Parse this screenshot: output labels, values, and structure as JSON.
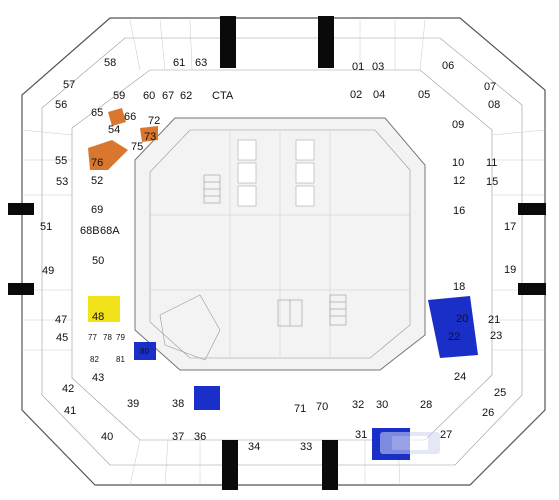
{
  "plan": {
    "rooms": [
      {
        "id": "r58",
        "label": "58"
      },
      {
        "id": "r61",
        "label": "61"
      },
      {
        "id": "r63",
        "label": "63"
      },
      {
        "id": "r01",
        "label": "01"
      },
      {
        "id": "r03",
        "label": "03"
      },
      {
        "id": "r06",
        "label": "06"
      },
      {
        "id": "r57",
        "label": "57"
      },
      {
        "id": "r07",
        "label": "07"
      },
      {
        "id": "r59",
        "label": "59"
      },
      {
        "id": "r60",
        "label": "60"
      },
      {
        "id": "r67",
        "label": "67"
      },
      {
        "id": "r62",
        "label": "62"
      },
      {
        "id": "rCTA",
        "label": "CTA"
      },
      {
        "id": "r02",
        "label": "02"
      },
      {
        "id": "r04",
        "label": "04"
      },
      {
        "id": "r05",
        "label": "05"
      },
      {
        "id": "r08",
        "label": "08"
      },
      {
        "id": "r56",
        "label": "56"
      },
      {
        "id": "r65",
        "label": "65"
      },
      {
        "id": "r66",
        "label": "66"
      },
      {
        "id": "r72",
        "label": "72"
      },
      {
        "id": "r54",
        "label": "54"
      },
      {
        "id": "r73",
        "label": "73"
      },
      {
        "id": "r75",
        "label": "75"
      },
      {
        "id": "r09",
        "label": "09"
      },
      {
        "id": "r76",
        "label": "76"
      },
      {
        "id": "r55",
        "label": "55"
      },
      {
        "id": "r10",
        "label": "10"
      },
      {
        "id": "r11",
        "label": "11"
      },
      {
        "id": "r53",
        "label": "53"
      },
      {
        "id": "r52",
        "label": "52"
      },
      {
        "id": "r12",
        "label": "12"
      },
      {
        "id": "r15",
        "label": "15"
      },
      {
        "id": "r69",
        "label": "69"
      },
      {
        "id": "r16",
        "label": "16"
      },
      {
        "id": "r51",
        "label": "51"
      },
      {
        "id": "r68B",
        "label": "68B"
      },
      {
        "id": "r68A",
        "label": "68A"
      },
      {
        "id": "r17",
        "label": "17"
      },
      {
        "id": "r49",
        "label": "49"
      },
      {
        "id": "r19",
        "label": "19"
      },
      {
        "id": "r50",
        "label": "50"
      },
      {
        "id": "r18",
        "label": "18"
      },
      {
        "id": "r48",
        "label": "48"
      },
      {
        "id": "r47",
        "label": "47"
      },
      {
        "id": "r20",
        "label": "20"
      },
      {
        "id": "r21",
        "label": "21"
      },
      {
        "id": "r77",
        "label": "77"
      },
      {
        "id": "r78",
        "label": "78"
      },
      {
        "id": "r79",
        "label": "79"
      },
      {
        "id": "r22",
        "label": "22"
      },
      {
        "id": "r45",
        "label": "45"
      },
      {
        "id": "r23",
        "label": "23"
      },
      {
        "id": "r82",
        "label": "82"
      },
      {
        "id": "r81",
        "label": "81"
      },
      {
        "id": "r80",
        "label": "80"
      },
      {
        "id": "r43",
        "label": "43"
      },
      {
        "id": "r24",
        "label": "24"
      },
      {
        "id": "r25",
        "label": "25"
      },
      {
        "id": "r42",
        "label": "42"
      },
      {
        "id": "r39",
        "label": "39"
      },
      {
        "id": "r38",
        "label": "38"
      },
      {
        "id": "r71",
        "label": "71"
      },
      {
        "id": "r70",
        "label": "70"
      },
      {
        "id": "r32",
        "label": "32"
      },
      {
        "id": "r30",
        "label": "30"
      },
      {
        "id": "r28",
        "label": "28"
      },
      {
        "id": "r41",
        "label": "41"
      },
      {
        "id": "r26",
        "label": "26"
      },
      {
        "id": "r40",
        "label": "40"
      },
      {
        "id": "r37",
        "label": "37"
      },
      {
        "id": "r36",
        "label": "36"
      },
      {
        "id": "r34",
        "label": "34"
      },
      {
        "id": "r33",
        "label": "33"
      },
      {
        "id": "r31",
        "label": "31"
      },
      {
        "id": "r27",
        "label": "27"
      }
    ],
    "colors": {
      "highlight_blue": "#1a2fc8",
      "highlight_orange": "#d9772e",
      "highlight_yellow": "#f2e21c",
      "black_mass": "#0a0a0a",
      "wall": "#555555",
      "background": "#ffffff"
    },
    "icons": [
      "stair-icon",
      "elevator-icon",
      "toilet-icon",
      "desk-icon",
      "watermark-logo"
    ]
  }
}
